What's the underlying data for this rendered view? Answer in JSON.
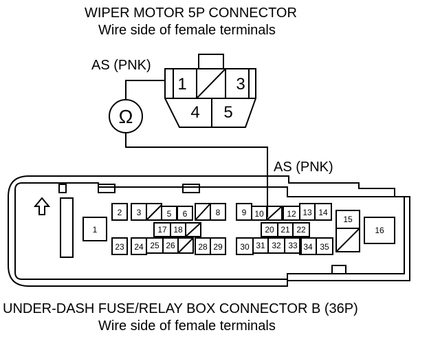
{
  "wiper_connector": {
    "title": "WIPER MOTOR 5P CONNECTOR",
    "subtitle": "Wire side of female terminals",
    "wire_label": "AS (PNK)",
    "terminals": [
      "1",
      "3",
      "4",
      "5"
    ]
  },
  "meter": {
    "symbol": "Ω"
  },
  "fuse_box": {
    "wire_label": "AS (PNK)",
    "title": "UNDER-DASH FUSE/RELAY BOX CONNECTOR B (36P)",
    "subtitle": "Wire side of female terminals",
    "terminals": [
      "1",
      "2",
      "3",
      "5",
      "6",
      "8",
      "9",
      "10",
      "12",
      "13",
      "14",
      "15",
      "16",
      "17",
      "18",
      "20",
      "21",
      "22",
      "23",
      "24",
      "25",
      "26",
      "28",
      "29",
      "30",
      "31",
      "32",
      "33",
      "34",
      "35"
    ],
    "arrow_symbol": "⇧"
  },
  "colors": {
    "ink": "#000000",
    "background": "#ffffff"
  }
}
